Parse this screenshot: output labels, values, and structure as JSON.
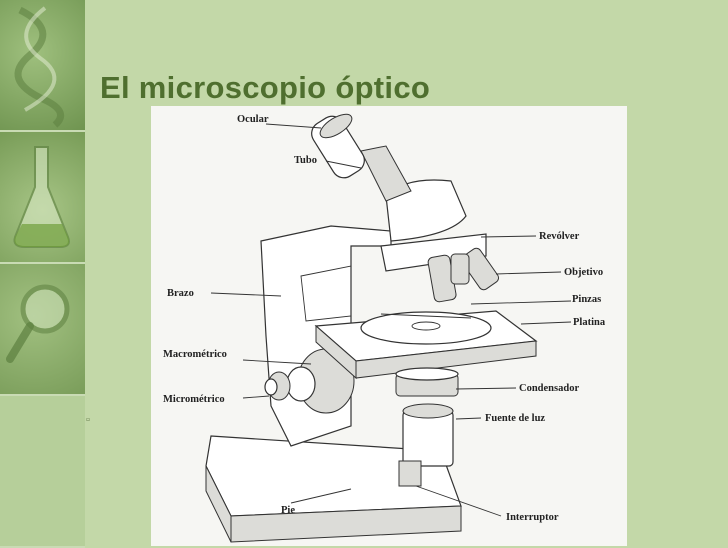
{
  "slide": {
    "title": "El microscopio óptico",
    "bullet": "▫"
  },
  "diagram": {
    "labels": {
      "ocular": "Ocular",
      "tubo": "Tubo",
      "revolver": "Revólver",
      "objetivo": "Objetivo",
      "brazo": "Brazo",
      "pinzas": "Pinzas",
      "platina": "Platina",
      "macrometrico": "Macrométrico",
      "micrometrico": "Micrométrico",
      "condensador": "Condensador",
      "fuente": "Fuente de luz",
      "pie": "Pie",
      "interruptor": "Interruptor"
    }
  }
}
